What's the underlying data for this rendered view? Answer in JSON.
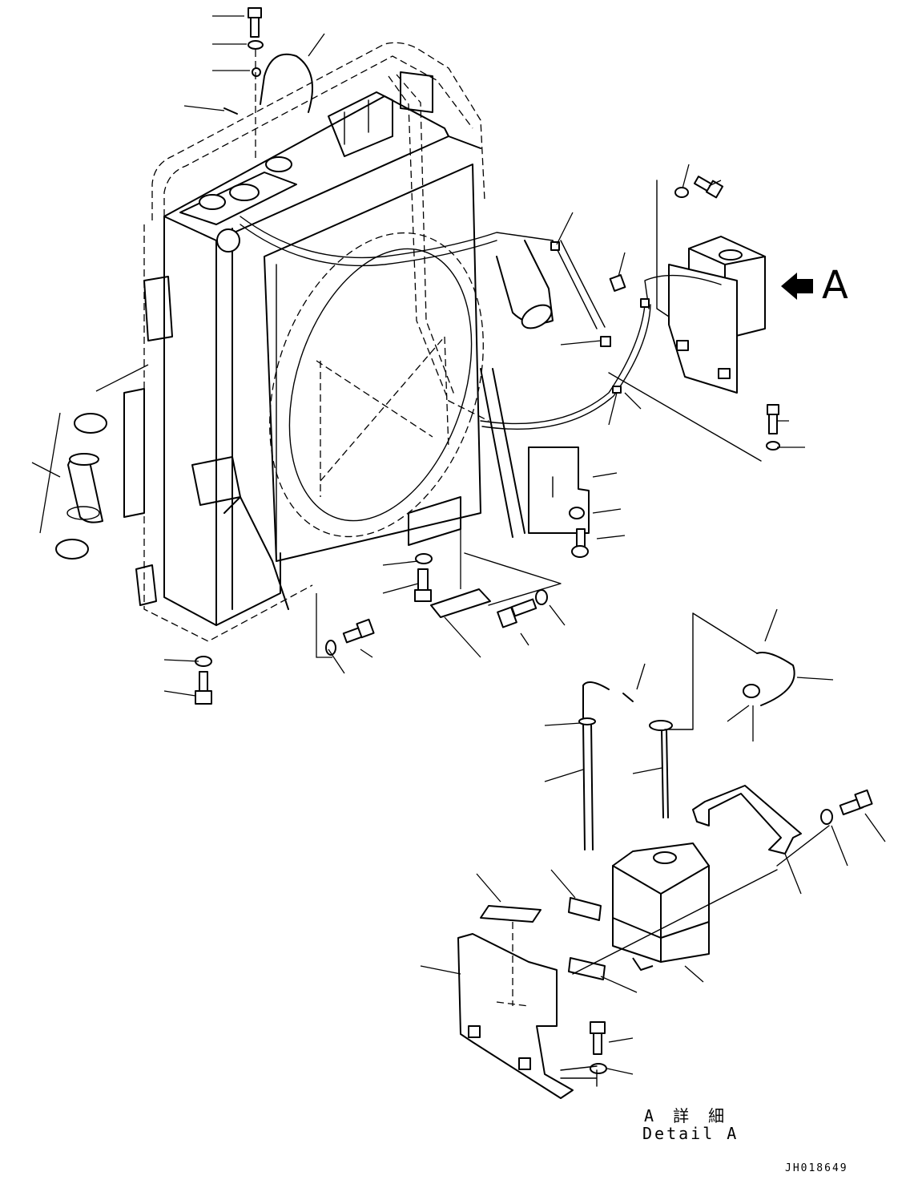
{
  "view_marker": {
    "label": "A",
    "arrow_icon": "view-arrow-icon"
  },
  "detail_caption": {
    "japanese": "A 詳 細",
    "english": "Detail A"
  },
  "drawing_number": "JH018649"
}
